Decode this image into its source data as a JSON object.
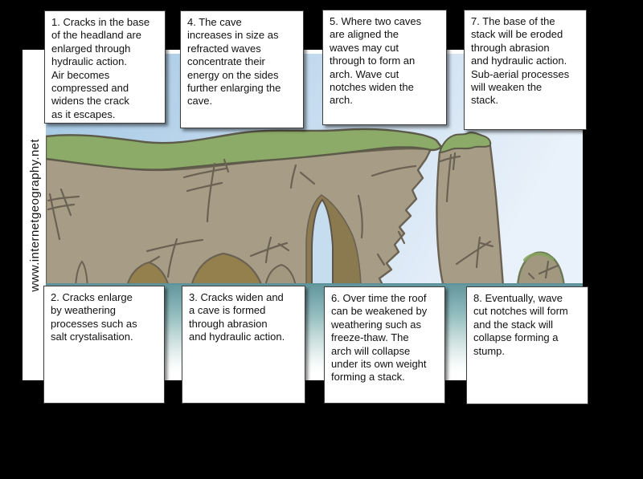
{
  "watermark": "www.internetgeography.net",
  "notes": [
    {
      "id": 1,
      "text": "1. Cracks in the base\nof the headland are\nenlarged through\nhydraulic action.\nAir becomes\ncompressed and\nwidens the crack\nas it escapes."
    },
    {
      "id": 2,
      "text": "2. Cracks enlarge\nby weathering\nprocesses such as\nsalt crystalisation."
    },
    {
      "id": 3,
      "text": "3. Cracks widen and\na cave is formed\nthrough abrasion\nand hydraulic action."
    },
    {
      "id": 4,
      "text": "4. The cave\nincreases in size as\nrefracted waves\nconcentrate their\nenergy on the sides\nfurther enlarging the\ncave."
    },
    {
      "id": 5,
      "text": "5. Where two caves\nare aligned the\nwaves may cut\nthrough to form an\narch. Wave cut\nnotches widen the\narch."
    },
    {
      "id": 6,
      "text": "6. Over time the roof\ncan be weakened by\nweathering such as\nfreeze-thaw. The\narch will collapse\nunder its own weight\nforming a stack."
    },
    {
      "id": 7,
      "text": "7. The base of the\nstack will be eroded\nthrough abrasion\nand hydraulic action.\nSub-aerial processes\nwill weaken the\nstack."
    },
    {
      "id": 8,
      "text": "8. Eventually, wave\ncut notches will form\nand the stack will\ncollapse forming a\nstump."
    }
  ],
  "colors": {
    "background": "#000000",
    "canvas": "#ffffff",
    "sky_left": "#a3c7e3",
    "sky_right": "#e9f1fa",
    "sea_top": "#61959d",
    "sea_bottom": "#ffffff",
    "grass": "#8dab68",
    "cliff": "#a79d87",
    "cliff_outline": "#6b6252",
    "arch_inner_rock": "#8b7a50",
    "boulder": "#94804c",
    "crack": "#6b6253"
  }
}
